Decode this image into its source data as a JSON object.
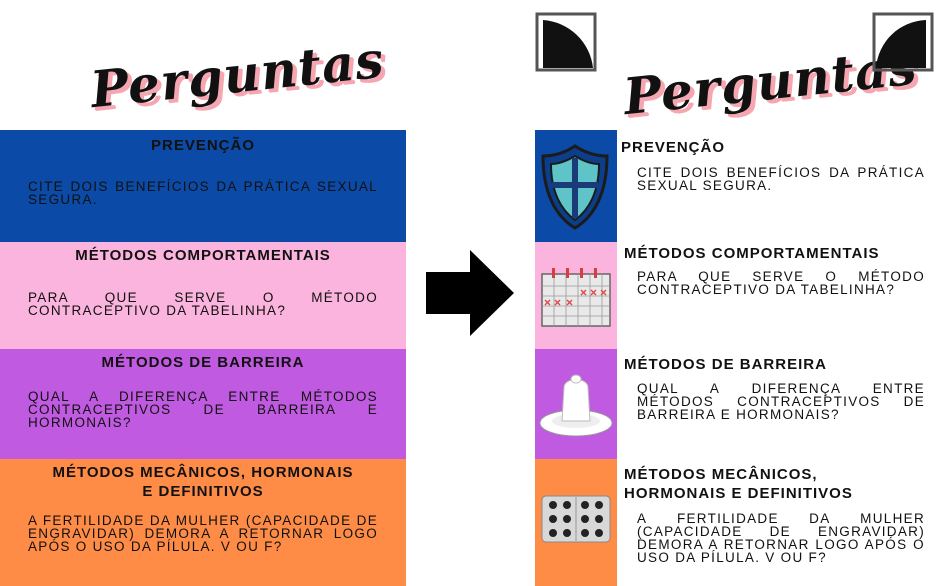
{
  "title": "Perguntas",
  "colors": {
    "prevencao": "#0b4aa6",
    "comportamentais": "#fbb4dd",
    "barreira": "#c05ae0",
    "mecanicos": "#fe8c47",
    "title_shadow": "#f6a6b0"
  },
  "cards": [
    {
      "heading": "PREVENÇÃO",
      "question": "CITE DOIS BENEFÍCIOS DA PRÁTICA SEXUAL SEGURA.",
      "icon": "shield-icon"
    },
    {
      "heading": "MÉTODOS COMPORTAMENTAIS",
      "question": "PARA QUE SERVE O MÉTODO CONTRACEPTIVO DA TABELINHA?",
      "icon": "calendar-icon"
    },
    {
      "heading": "MÉTODOS DE BARREIRA",
      "question": "QUAL A DIFERENÇA ENTRE MÉTODOS CONTRACEPTIVOS DE BARREIRA E HORMONAIS?",
      "icon": "condom-icon"
    },
    {
      "heading": "MÉTODOS MECÂNICOS, HORMONAIS E DEFINITIVOS",
      "question": "A FERTILIDADE DA MULHER (CAPACIDADE DE ENGRAVIDAR) DEMORA A RETORNAR LOGO APÓS O USO DA PÍLULA. V OU F?",
      "icon": "pill-pack-icon"
    }
  ],
  "arrow_icon": "right-arrow-icon"
}
